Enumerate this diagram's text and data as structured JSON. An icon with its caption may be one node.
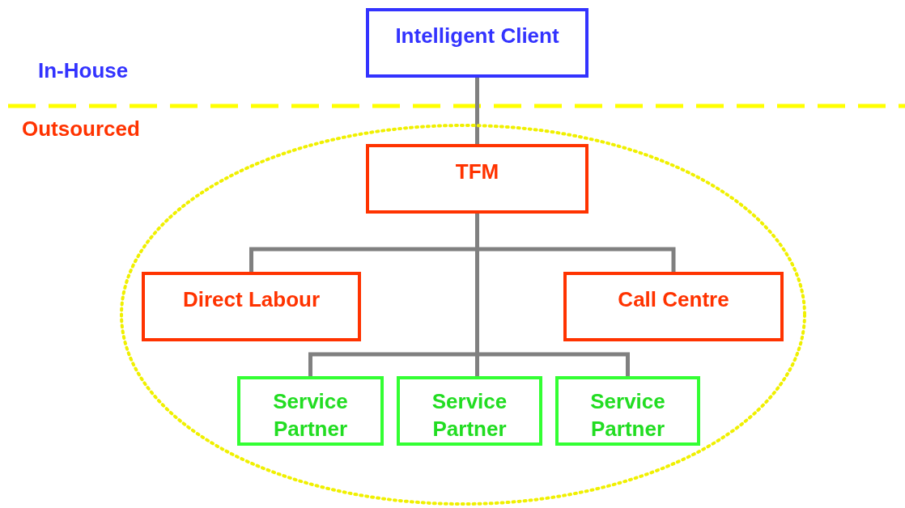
{
  "diagram": {
    "nodes": [
      {
        "text": [
          "Intelligent Client"
        ]
      },
      {
        "text": [],
        "shape": "ellipse"
      },
      {
        "text": [
          "TFM"
        ],
        "in": 1
      },
      {
        "text": [
          "Direct Labour"
        ],
        "in": 1
      },
      {
        "text": [
          "Call Centre"
        ],
        "in": 1
      },
      {
        "text": [
          "Service Partner"
        ],
        "in": 1
      },
      {
        "text": [
          "Service Partner"
        ],
        "in": 1
      },
      {
        "text": [
          "Service Partner"
        ],
        "in": 1
      }
    ],
    "edges": [
      {
        "from": 0,
        "to": 2,
        "arrow": "none"
      },
      {
        "from": 2,
        "to": 3,
        "arrow": "none"
      },
      {
        "from": 2,
        "to": 4,
        "arrow": "none"
      },
      {
        "from": 2,
        "to": 5,
        "arrow": "none"
      },
      {
        "from": 2,
        "to": 6,
        "arrow": "none"
      },
      {
        "from": 2,
        "to": 7,
        "arrow": "none"
      }
    ],
    "labels": [
      "In-House",
      "Outsourced"
    ]
  }
}
